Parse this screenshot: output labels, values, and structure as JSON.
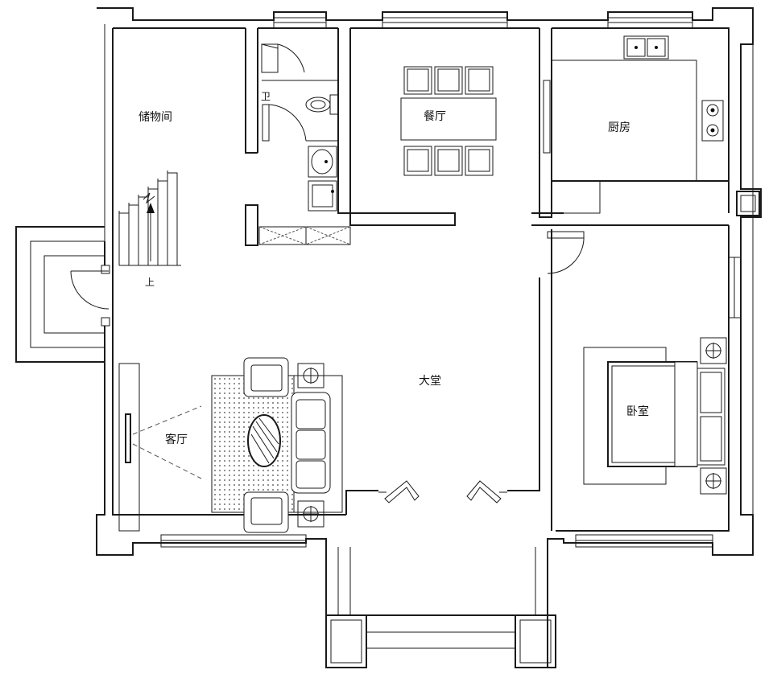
{
  "rooms": {
    "storage": "储物间",
    "bathroom": "卫",
    "dining": "餐厅",
    "kitchen": "厨房",
    "hall": "大堂",
    "living": "客厅",
    "bedroom": "卧室"
  },
  "stairs": {
    "direction": "上"
  }
}
